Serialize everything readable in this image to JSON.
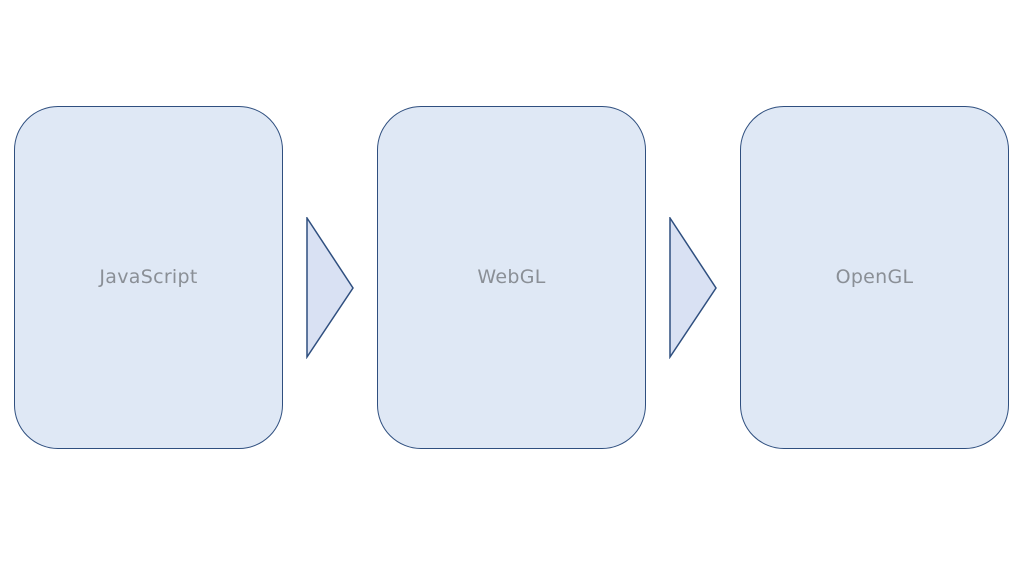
{
  "diagram": {
    "nodes": [
      {
        "label": "JavaScript"
      },
      {
        "label": "WebGL"
      },
      {
        "label": "OpenGL"
      }
    ],
    "colors": {
      "node_fill": "#dfe8f5",
      "node_border": "#2f4f7f",
      "arrow_fill": "#d9e1f3",
      "arrow_border": "#2f4f7f",
      "label_color": "#8a8f96"
    },
    "connectors": [
      "chevron-right-arrow",
      "chevron-right-arrow"
    ]
  }
}
